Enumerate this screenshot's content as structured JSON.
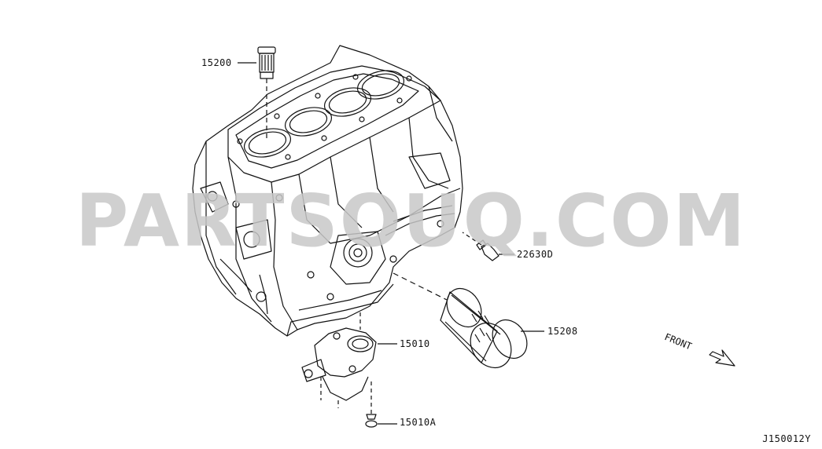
{
  "watermark": "PARTSOUQ.COM",
  "parts": [
    {
      "number": "15200",
      "name": "oil-filler-cap"
    },
    {
      "number": "22630D",
      "name": "oil-pressure-switch"
    },
    {
      "number": "15010",
      "name": "oil-filter-bracket"
    },
    {
      "number": "15208",
      "name": "oil-filter"
    },
    {
      "number": "15010A",
      "name": "bracket-bolt"
    }
  ],
  "front_label": "FRONT",
  "diagram_code": "J150012Y",
  "colors": {
    "line": "#111111",
    "watermark": "#c8c8c8"
  }
}
